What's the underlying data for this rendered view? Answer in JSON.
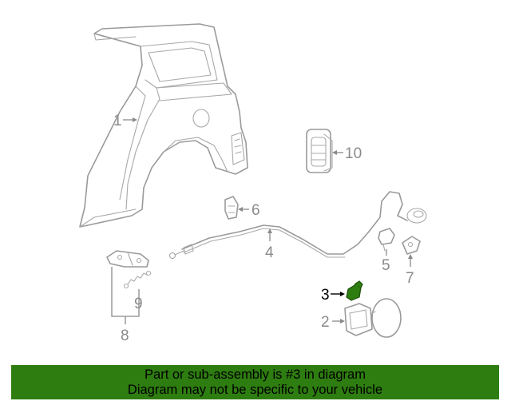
{
  "callouts": {
    "c1": "1",
    "c2": "2",
    "c3": "3",
    "c4": "4",
    "c5": "5",
    "c6": "6",
    "c7": "7",
    "c8": "8",
    "c9": "9",
    "c10": "10"
  },
  "highlight_color": "#2e7d10",
  "banner": {
    "line1": "Part or sub-assembly is #3 in diagram",
    "line2": "Diagram may not be specific to your vehicle"
  }
}
